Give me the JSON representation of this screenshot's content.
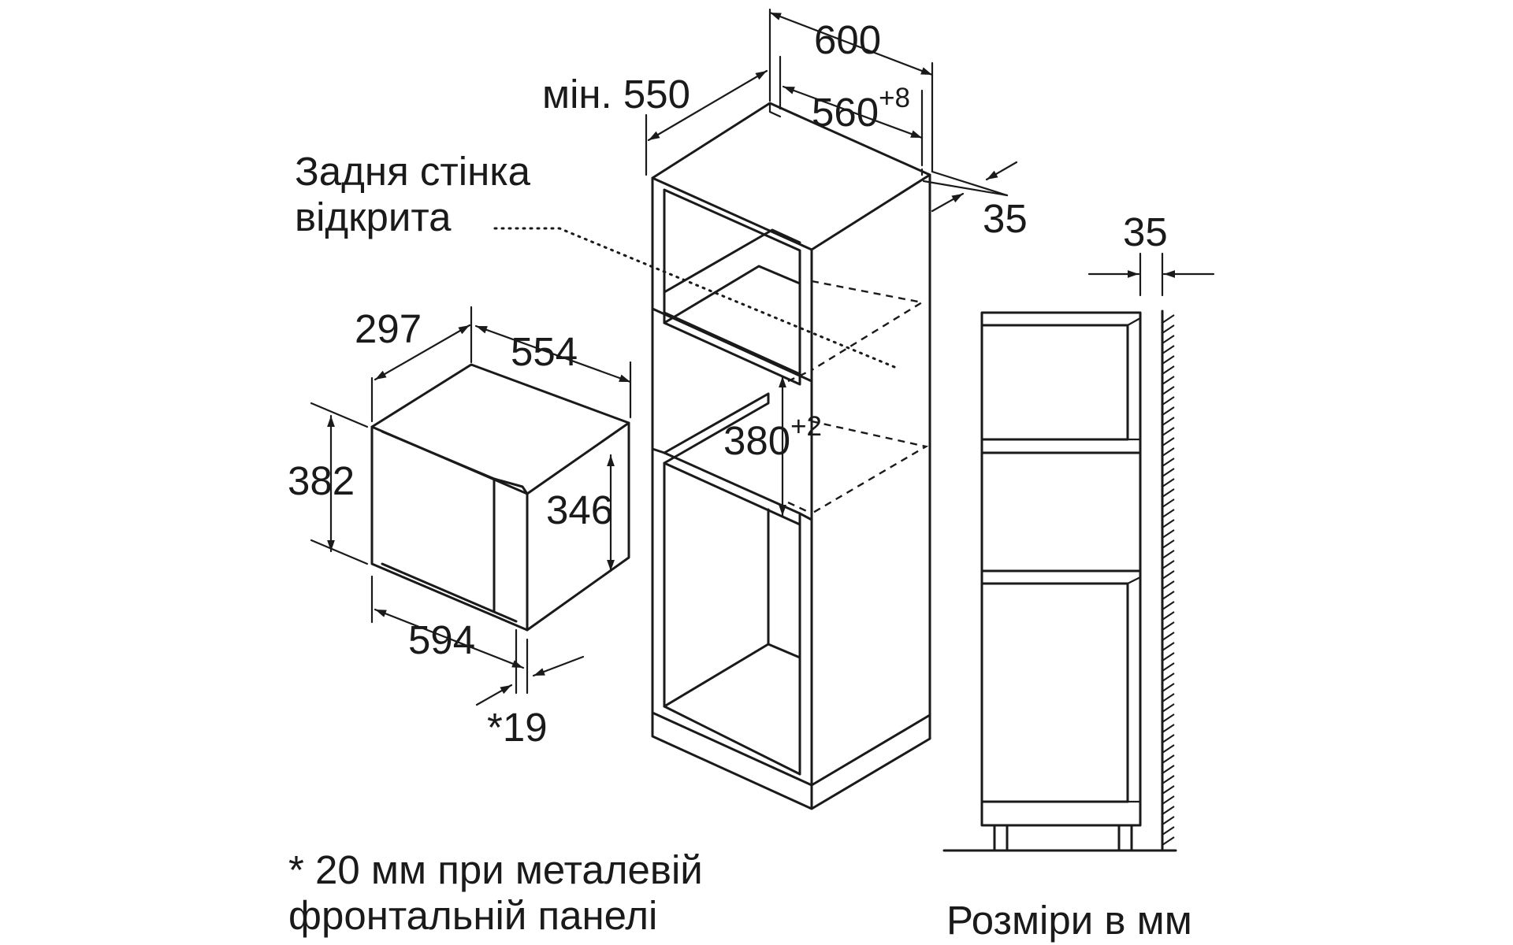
{
  "cabinet": {
    "width_label": "600",
    "min_depth_label": "мін. 550",
    "inner_width_label": "560",
    "inner_width_tolerance": "+8",
    "side_offset_label": "35",
    "niche_height_label": "380",
    "niche_height_tolerance": "+2",
    "back_wall_note": [
      "Задня стінка",
      "відкрита"
    ]
  },
  "appliance": {
    "depth_label": "297",
    "body_width_label": "554",
    "height_label": "382",
    "body_height_label": "346",
    "front_width_label": "594",
    "front_thickness_label": "*19"
  },
  "side_view": {
    "offset_label": "35"
  },
  "footnote": [
    "* 20 мм при металевій",
    "фронтальній панелі"
  ],
  "units_note": "Розміри в мм"
}
